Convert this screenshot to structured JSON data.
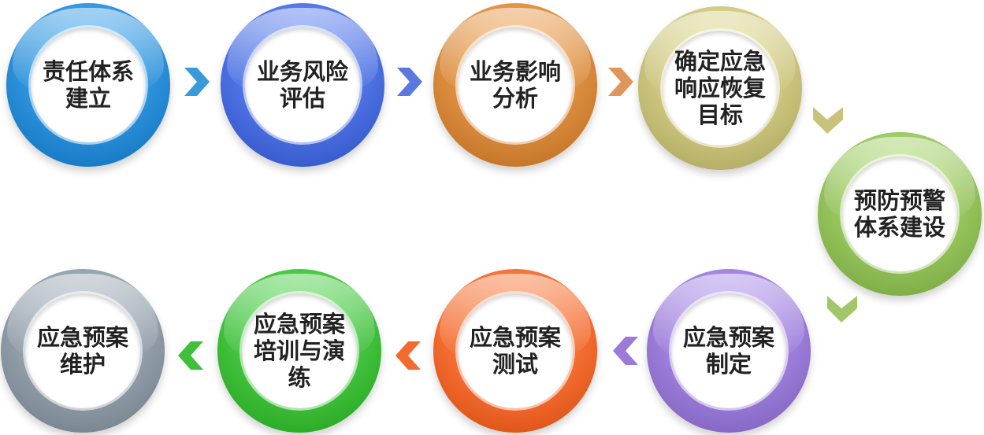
{
  "steps": [
    {
      "label": "责任体系建立",
      "color": "#2a8fd8"
    },
    {
      "label": "业务风险评估",
      "color": "#4b6fe0"
    },
    {
      "label": "业务影响分析",
      "color": "#d98a3c"
    },
    {
      "label": "确定应急响应恢复目标",
      "color": "#c9c27a"
    },
    {
      "label": "预防预警体系建设",
      "color": "#93c15a"
    },
    {
      "label": "应急预案制定",
      "color": "#9a7bd8"
    },
    {
      "label": "应急预案测试",
      "color": "#f26a2e"
    },
    {
      "label": "应急预案培训与演练",
      "color": "#3fbf3a"
    },
    {
      "label": "应急预案维护",
      "color": "#8e9aa6"
    }
  ],
  "connector_colors": [
    "#3a9ad8",
    "#5a78e0",
    "#e0965a",
    "#c9c27a",
    "#a4c66a",
    "#9a7bd8",
    "#f26a2e",
    "#3fbf3a"
  ]
}
